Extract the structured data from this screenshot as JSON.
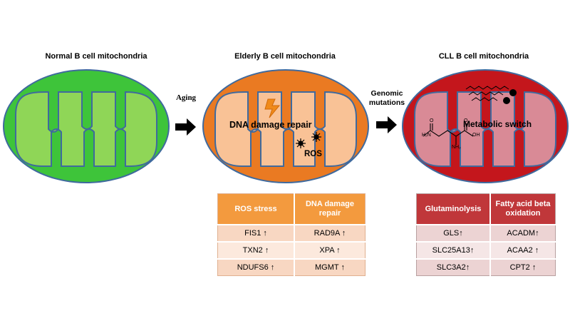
{
  "titles": {
    "normal": "Normal B cell mitochondria",
    "elderly": "Elderly B cell mitochondria",
    "cll": "CLL B cell mitochondria"
  },
  "arrows": {
    "aging": "Aging",
    "genomic": "Genomic",
    "mutations": "mutations"
  },
  "labels": {
    "dna_repair": "DNA damage repair",
    "ros": "ROS",
    "metabolic": "Metabolic switch"
  },
  "molecule": {
    "h2n": "H₂N",
    "nh2": "NH₂",
    "oh": "OH",
    "o1": "O",
    "o2": "O"
  },
  "tables": {
    "elderly": {
      "headers": [
        "ROS stress",
        "DNA damage repair"
      ],
      "rows": [
        [
          "FIS1 ↑",
          "RAD9A ↑"
        ],
        [
          "TXN2 ↑",
          "XPA ↑"
        ],
        [
          "NDUFS6 ↑",
          "MGMT ↑"
        ]
      ]
    },
    "cll": {
      "headers": [
        "Glutaminolysis",
        "Fatty acid beta oxidation"
      ],
      "rows": [
        [
          "GLS↑",
          "ACADM↑"
        ],
        [
          "SLC25A13↑",
          "ACAA2 ↑"
        ],
        [
          "SLC3A2↑",
          "CPT2 ↑"
        ]
      ]
    }
  },
  "colors": {
    "normal_outer": "#3ec43a",
    "normal_inner": "#8fd657",
    "elderly_outer": "#ea7a22",
    "elderly_inner": "#f9c296",
    "cll_outer": "#c4161c",
    "cll_inner": "#d98a96",
    "membrane": "#3f6a9e"
  }
}
